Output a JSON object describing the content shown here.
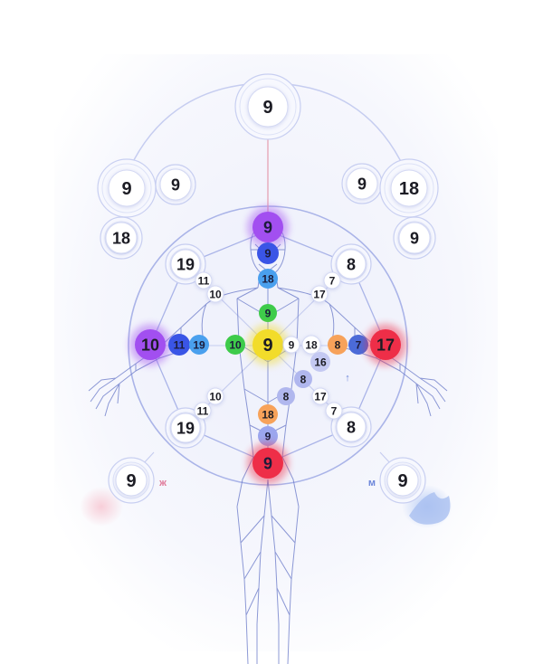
{
  "colors": {
    "line": "#aab4e8",
    "body_line": "#6878c8",
    "purple": "#a24ff0",
    "blue": "#3a55e6",
    "lightblue": "#4aa0ee",
    "green": "#3ecb4a",
    "yellow": "#f2dc2a",
    "orange": "#f7a25a",
    "red": "#ee2e48",
    "lavender": "#9ba6ee",
    "female": "#e07a9a",
    "male": "#6c86da"
  },
  "labels": {
    "female": "ж",
    "male": "м",
    "arrow": "↑"
  },
  "nodes": [
    {
      "id": "top",
      "value": "9"
    },
    {
      "id": "tl-big",
      "value": "9"
    },
    {
      "id": "tl-small",
      "value": "9"
    },
    {
      "id": "tl-low",
      "value": "18"
    },
    {
      "id": "tr-small",
      "value": "9"
    },
    {
      "id": "tr-big",
      "value": "18"
    },
    {
      "id": "tr-low",
      "value": "9"
    },
    {
      "id": "oct-tl",
      "value": "19"
    },
    {
      "id": "oct-tl-a",
      "value": "11"
    },
    {
      "id": "oct-tl-b",
      "value": "10"
    },
    {
      "id": "oct-tr",
      "value": "8"
    },
    {
      "id": "oct-tr-a",
      "value": "7"
    },
    {
      "id": "oct-tr-b",
      "value": "17"
    },
    {
      "id": "oct-bl",
      "value": "19"
    },
    {
      "id": "oct-bl-a",
      "value": "11"
    },
    {
      "id": "oct-bl-b",
      "value": "10"
    },
    {
      "id": "oct-br",
      "value": "8"
    },
    {
      "id": "oct-br-a",
      "value": "7"
    },
    {
      "id": "oct-br-b",
      "value": "17"
    },
    {
      "id": "chakra-crown",
      "value": "9"
    },
    {
      "id": "chakra-brow",
      "value": "9"
    },
    {
      "id": "chakra-throat",
      "value": "18"
    },
    {
      "id": "chakra-heart",
      "value": "9"
    },
    {
      "id": "center",
      "value": "9"
    },
    {
      "id": "left-purple",
      "value": "10"
    },
    {
      "id": "left-blue",
      "value": "11"
    },
    {
      "id": "left-lightblue",
      "value": "19"
    },
    {
      "id": "left-green",
      "value": "10"
    },
    {
      "id": "right-9",
      "value": "9"
    },
    {
      "id": "right-18",
      "value": "18"
    },
    {
      "id": "right-orange",
      "value": "8"
    },
    {
      "id": "right-blue",
      "value": "7"
    },
    {
      "id": "right-red",
      "value": "17"
    },
    {
      "id": "diag-16",
      "value": "16"
    },
    {
      "id": "diag-8a",
      "value": "8"
    },
    {
      "id": "diag-8b",
      "value": "8"
    },
    {
      "id": "low-orange",
      "value": "18"
    },
    {
      "id": "low-lavender",
      "value": "9"
    },
    {
      "id": "low-red",
      "value": "9"
    },
    {
      "id": "female-node",
      "value": "9"
    },
    {
      "id": "male-node",
      "value": "9"
    }
  ]
}
